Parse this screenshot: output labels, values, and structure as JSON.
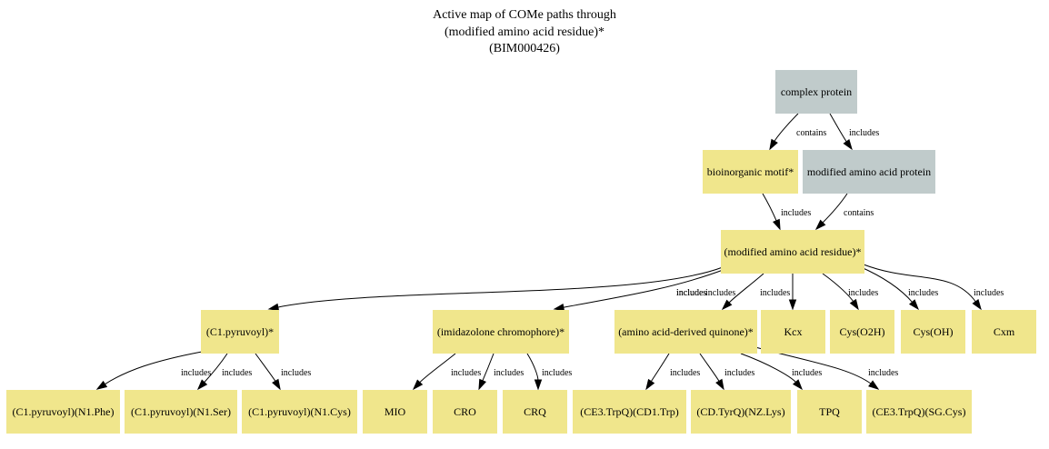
{
  "title": {
    "line1": "Active map of COMe paths through",
    "line2": "(modified amino acid residue)*",
    "line3": "(BIM000426)"
  },
  "colors": {
    "yellow": "#f0e68c",
    "grey": "#c0cbcb"
  },
  "nodes": {
    "complex": {
      "label": "complex protein",
      "color": "grey"
    },
    "bioinorg": {
      "label": "bioinorganic motif*",
      "color": "yellow"
    },
    "modprot": {
      "label": "modified amino acid protein",
      "color": "grey"
    },
    "modres": {
      "label": "(modified amino acid residue)*",
      "color": "yellow"
    },
    "pyruvoyl": {
      "label": "(C1.pyruvoyl)*",
      "color": "yellow"
    },
    "imid": {
      "label": "(imidazolone chromophore)*",
      "color": "yellow"
    },
    "quinone": {
      "label": "(amino acid-derived quinone)*",
      "color": "yellow"
    },
    "kcx": {
      "label": "Kcx",
      "color": "yellow"
    },
    "cyso2h": {
      "label": "Cys(O2H)",
      "color": "yellow"
    },
    "cysoh": {
      "label": "Cys(OH)",
      "color": "yellow"
    },
    "cxm": {
      "label": "Cxm",
      "color": "yellow"
    },
    "pphe": {
      "label": "(C1.pyruvoyl)(N1.Phe)",
      "color": "yellow"
    },
    "pser": {
      "label": "(C1.pyruvoyl)(N1.Ser)",
      "color": "yellow"
    },
    "pcys": {
      "label": "(C1.pyruvoyl)(N1.Cys)",
      "color": "yellow"
    },
    "mio": {
      "label": "MIO",
      "color": "yellow"
    },
    "cro": {
      "label": "CRO",
      "color": "yellow"
    },
    "crq": {
      "label": "CRQ",
      "color": "yellow"
    },
    "ce3trp": {
      "label": "(CE3.TrpQ)(CD1.Trp)",
      "color": "yellow"
    },
    "cdtyr": {
      "label": "(CD.TyrQ)(NZ.Lys)",
      "color": "yellow"
    },
    "tpq": {
      "label": "TPQ",
      "color": "yellow"
    },
    "ce3cys": {
      "label": "(CE3.TrpQ)(SG.Cys)",
      "color": "yellow"
    }
  },
  "edges": [
    {
      "from": "complex",
      "to": "bioinorg",
      "label": "contains"
    },
    {
      "from": "complex",
      "to": "modprot",
      "label": "includes"
    },
    {
      "from": "bioinorg",
      "to": "modres",
      "label": "includes"
    },
    {
      "from": "modprot",
      "to": "modres",
      "label": "contains"
    },
    {
      "from": "modres",
      "to": "pyruvoyl",
      "label": "includes"
    },
    {
      "from": "modres",
      "to": "imid",
      "label": "includes"
    },
    {
      "from": "modres",
      "to": "quinone",
      "label": "includes"
    },
    {
      "from": "modres",
      "to": "kcx",
      "label": "includes"
    },
    {
      "from": "modres",
      "to": "cyso2h",
      "label": "includes"
    },
    {
      "from": "modres",
      "to": "cysoh",
      "label": "includes"
    },
    {
      "from": "modres",
      "to": "cxm",
      "label": "includes"
    },
    {
      "from": "pyruvoyl",
      "to": "pphe",
      "label": "includes"
    },
    {
      "from": "pyruvoyl",
      "to": "pser",
      "label": "includes"
    },
    {
      "from": "pyruvoyl",
      "to": "pcys",
      "label": "includes"
    },
    {
      "from": "imid",
      "to": "mio",
      "label": "includes"
    },
    {
      "from": "imid",
      "to": "cro",
      "label": "includes"
    },
    {
      "from": "imid",
      "to": "crq",
      "label": "includes"
    },
    {
      "from": "quinone",
      "to": "ce3trp",
      "label": "includes"
    },
    {
      "from": "quinone",
      "to": "cdtyr",
      "label": "includes"
    },
    {
      "from": "quinone",
      "to": "tpq",
      "label": "includes"
    },
    {
      "from": "quinone",
      "to": "ce3cys",
      "label": "includes"
    }
  ]
}
